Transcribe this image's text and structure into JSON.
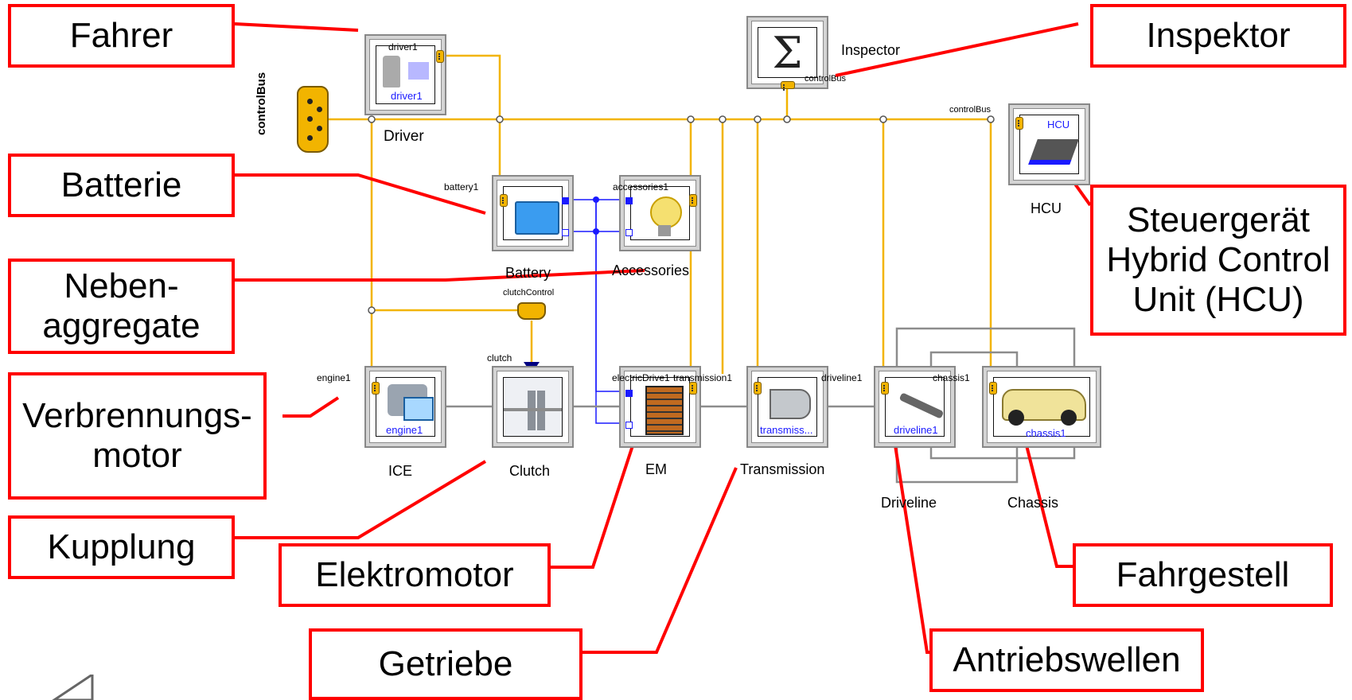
{
  "callouts": {
    "fahrer": "Fahrer",
    "batterie": "Batterie",
    "nebenaggregate": "Neben-\naggregate",
    "verbrennungsmotor": "Verbrennungs-\nmotor",
    "kupplung": "Kupplung",
    "elektromotor": "Elektromotor",
    "getriebe": "Getriebe",
    "inspektor": "Inspektor",
    "steuergeraet": "Steuergerät\nHybrid Control\nUnit (HCU)",
    "fahrgestell": "Fahrgestell",
    "antriebswellen": "Antriebswellen"
  },
  "blocks": {
    "driver": {
      "label": "Driver",
      "instance": "driver1"
    },
    "battery": {
      "label": "Battery",
      "instance": "battery1"
    },
    "accessories": {
      "label": "Accessories",
      "instance": "accessories1"
    },
    "inspector": {
      "label": "Inspector",
      "bus": "controlBus",
      "symbol": "Σ"
    },
    "hcu": {
      "label": "HCU",
      "instance": "HCU",
      "bus": "controlBus"
    },
    "ice": {
      "label": "ICE",
      "instance": "engine1"
    },
    "clutch": {
      "label": "Clutch",
      "instance": "clutch",
      "control": "clutchControl"
    },
    "em": {
      "label": "EM",
      "instance": "electricDrive1"
    },
    "transmission": {
      "label": "Transmission",
      "instance": "transmission1",
      "inner": "transmiss..."
    },
    "driveline": {
      "label": "Driveline",
      "instance": "driveline1"
    },
    "chassis": {
      "label": "Chassis",
      "instance": "chassis1"
    }
  },
  "control_bus_label": "controlBus",
  "colors": {
    "callout_border": "#ff0000",
    "leader_line": "#ff0000",
    "bus_line": "#f2b400",
    "electric_line": "#1a1aff",
    "mechanical_line": "#8c8c8c"
  }
}
